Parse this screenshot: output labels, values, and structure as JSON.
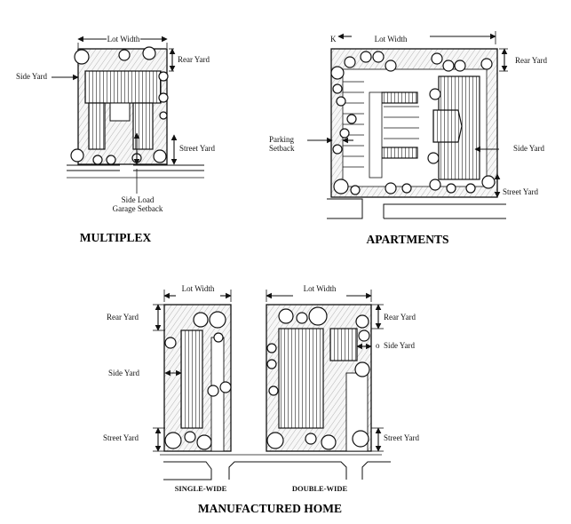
{
  "diagram": {
    "multiplex": {
      "title": "MULTIPLEX",
      "lot_width": "Lot Width",
      "rear_yard": "Rear Yard",
      "side_yard": "Side Yard",
      "street_yard": "Street Yard",
      "garage_line1": "Side Load",
      "garage_line2": "Garage Setback"
    },
    "apartments": {
      "title": "APARTMENTS",
      "lot_width": "Lot Width",
      "rear_yard": "Rear Yard",
      "side_yard": "Side Yard",
      "street_yard": "Street Yard",
      "parking_line1": "Parking",
      "parking_line2": "Setback"
    },
    "manufactured": {
      "title": "MANUFACTURED HOME",
      "single": {
        "caption": "SINGLE-WIDE",
        "lot_width": "Lot Width",
        "rear_yard": "Rear Yard",
        "side_yard": "Side Yard",
        "street_yard": "Street Yard"
      },
      "double": {
        "caption": "DOUBLE-WIDE",
        "lot_width": "Lot Width",
        "rear_yard": "Rear Yard",
        "side_yard": "Side Yard",
        "street_yard": "Street Yard"
      }
    }
  }
}
